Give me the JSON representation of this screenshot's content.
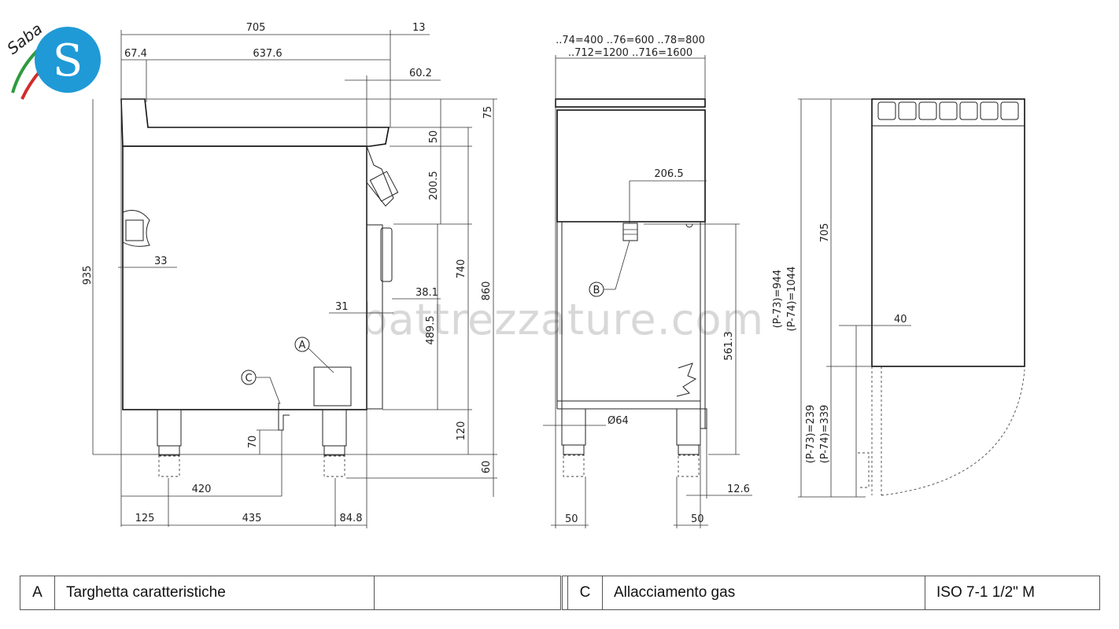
{
  "brand": {
    "name": "Saba",
    "colors": {
      "blue": "#1f9ad6",
      "green": "#2e9b3e",
      "red": "#d22b2b"
    }
  },
  "watermark": "sabattrezzature.com",
  "side_view": {
    "dims": {
      "overall_depth": "705",
      "d13": "13",
      "d67_4": "67.4",
      "d637_6": "637.6",
      "d60_2": "60.2",
      "d75": "75",
      "d50": "50",
      "d200_5": "200.5",
      "d740": "740",
      "d860": "860",
      "d935": "935",
      "d33": "33",
      "d38_1": "38.1",
      "d31": "31",
      "d489_5": "489.5",
      "d120": "120",
      "d70": "70",
      "d60": "60",
      "d420": "420",
      "d125": "125",
      "d435": "435",
      "d84_8": "84.8"
    },
    "callouts": {
      "a": "A",
      "c": "C"
    }
  },
  "front_view": {
    "width_line1": "..74=400 ..76=600 ..78=800",
    "width_line2": "..712=1200 ..716=1600",
    "dims": {
      "d206_5": "206.5",
      "d561_3": "561.3",
      "d64": "Ø64",
      "d50_left": "50",
      "d50_right": "50",
      "d12_6": "12.6"
    },
    "callouts": {
      "b": "B"
    }
  },
  "top_view": {
    "dims": {
      "d705": "705",
      "d40": "40",
      "p944": "(P-73)=944",
      "p1044": "(P-74)=1044",
      "p239": "(P-73)=239",
      "p339": "(P-74)=339"
    }
  },
  "legend": {
    "rows": [
      {
        "key_left": "A",
        "desc_left": "Targhetta caratteristiche",
        "spec_left": "",
        "key_right": "C",
        "desc_right": "Allacciamento gas",
        "spec_right": "ISO 7-1 1/2\" M"
      }
    ]
  }
}
